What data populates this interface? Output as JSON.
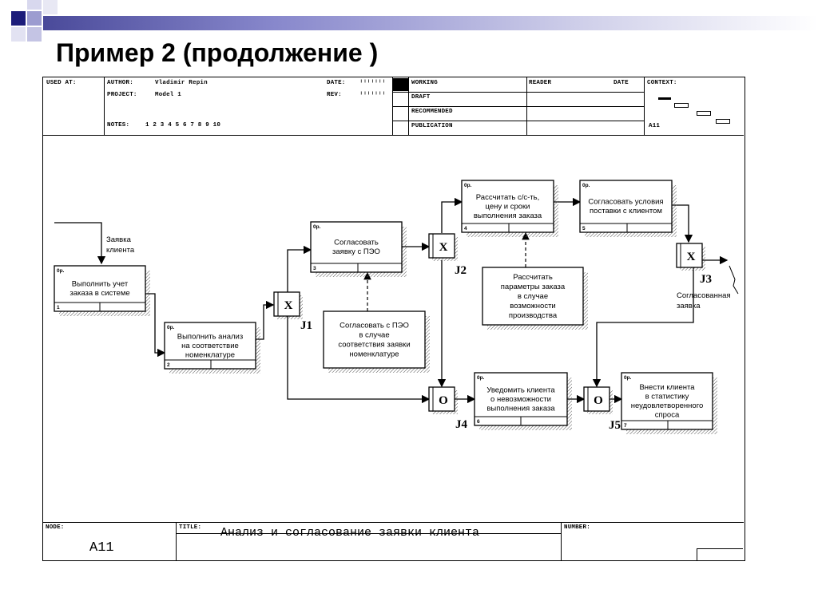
{
  "slide": {
    "title": "Пример 2 (продолжение )"
  },
  "header": {
    "used_at": "USED AT:",
    "author_label": "AUTHOR:",
    "author_value": "Vladimir Repin",
    "date_label": "DATE:",
    "date_value": "ᴵᴵᴵᴵᴵᴵᴵ",
    "project_label": "PROJECT:",
    "project_value": "Model 1",
    "rev_label": "REV:",
    "rev_value": "ᴵᴵᴵᴵᴵᴵᴵ",
    "notes_label": "NOTES:",
    "notes_value": "1  2  3  4  5  6  7  8  9  10",
    "status": [
      "WORKING",
      "DRAFT",
      "RECOMMENDED",
      "PUBLICATION"
    ],
    "reader_label": "READER",
    "reader_date_label": "DATE",
    "context_label": "CONTEXT:",
    "context_node": "A11"
  },
  "diagram": {
    "boxes": [
      {
        "num": "1",
        "lines": [
          "Выполнить учет",
          "заказа в системе"
        ]
      },
      {
        "num": "2",
        "lines": [
          "Выполнить анализ",
          "на соответствие",
          "номенклатуре"
        ]
      },
      {
        "num": "3",
        "lines": [
          "Согласовать",
          "заявку с ПЭО"
        ]
      },
      {
        "num": "4",
        "lines": [
          "Рассчитать с/с-ть,",
          "цену и сроки",
          "выполнения заказа"
        ]
      },
      {
        "num": "5",
        "lines": [
          "Согласовать условия",
          "поставки с клиентом"
        ]
      },
      {
        "num": "6",
        "lines": [
          "Уведомить клиента",
          "о невозможности",
          "выполнения заказа"
        ]
      },
      {
        "num": "7",
        "lines": [
          "Внести клиента",
          "в статистику",
          "неудовлетворенного",
          "спроса"
        ]
      }
    ],
    "tag_label": "0р.",
    "notes": [
      {
        "lines": [
          "Согласовать с ПЭО",
          "в случае",
          "соответствия заявки",
          "номенклатуре"
        ]
      },
      {
        "lines": [
          "Рассчитать",
          "параметры заказа",
          "в случае",
          "возможности",
          "производства"
        ]
      }
    ],
    "junctions": [
      {
        "id": "J1",
        "symbol": "X"
      },
      {
        "id": "J2",
        "symbol": "X"
      },
      {
        "id": "J3",
        "symbol": "X"
      },
      {
        "id": "J4",
        "symbol": "O"
      },
      {
        "id": "J5",
        "symbol": "O"
      }
    ],
    "input_label": [
      "Заявка",
      "клиента"
    ],
    "output_label": [
      "Согласованная",
      "заявка"
    ]
  },
  "footer": {
    "node_label": "NODE:",
    "node_value": "A11",
    "title_label": "TITLE:",
    "title_value": "Анализ  и согласование заявки клиента",
    "number_label": "NUMBER:"
  }
}
